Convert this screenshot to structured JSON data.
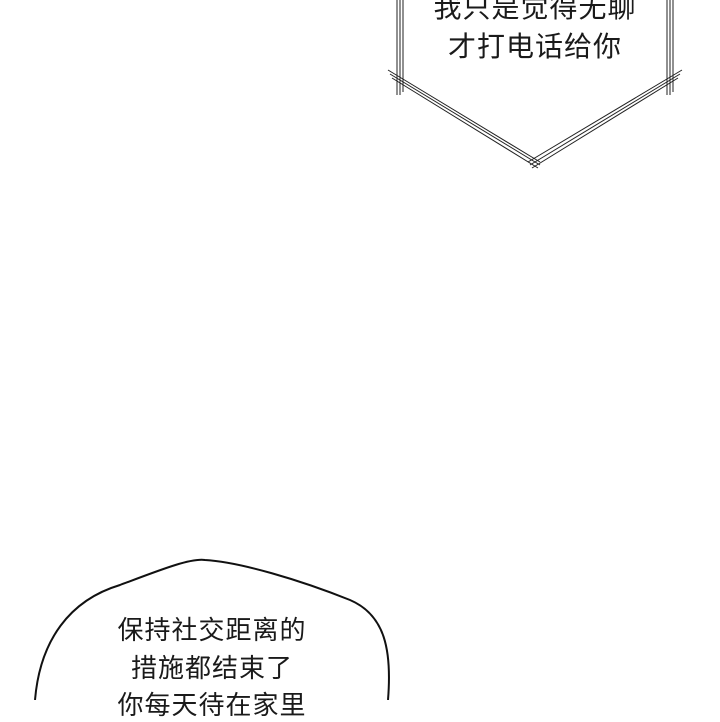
{
  "top_bubble": {
    "lines": [
      "我只是觉得无聊",
      "才打电话给你"
    ]
  },
  "bottom_bubble": {
    "lines": [
      "保持社交距离的",
      "措施都结束了",
      "你每天待在家里"
    ]
  }
}
